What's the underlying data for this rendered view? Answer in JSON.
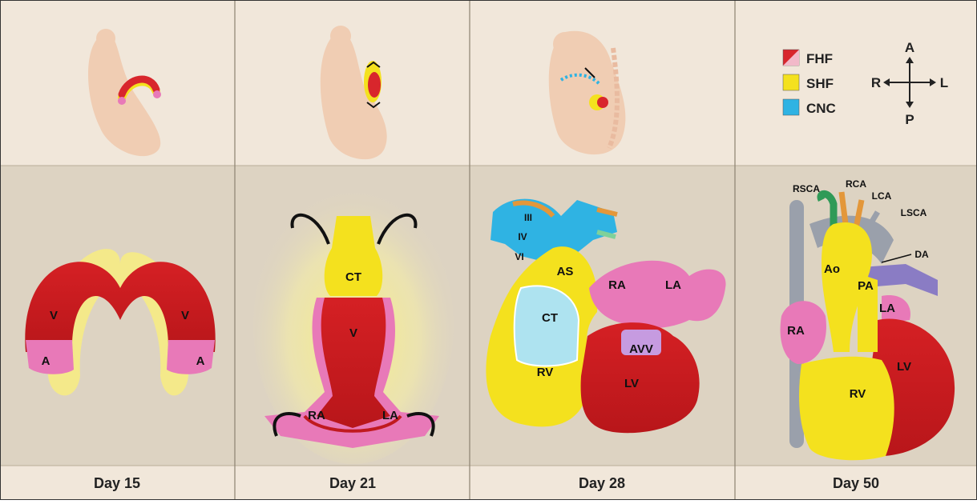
{
  "panels": [
    {
      "day": "Day 15",
      "labels": {
        "v_left": "V",
        "v_right": "V",
        "a_left": "A",
        "a_right": "A"
      }
    },
    {
      "day": "Day 21",
      "labels": {
        "ct": "CT",
        "v": "V",
        "ra": "RA",
        "la": "LA"
      }
    },
    {
      "day": "Day 28",
      "labels": {
        "iii": "III",
        "iv": "IV",
        "vi": "VI",
        "as": "AS",
        "ra": "RA",
        "la": "LA",
        "ct": "CT",
        "avv": "AVV",
        "rv": "RV",
        "lv": "LV"
      }
    },
    {
      "day": "Day 50",
      "labels": {
        "rsca": "RSCA",
        "rca": "RCA",
        "lca": "LCA",
        "lsca": "LSCA",
        "ao": "Ao",
        "da": "DA",
        "pa": "PA",
        "la": "LA",
        "ra": "RA",
        "lv": "LV",
        "rv": "RV"
      }
    }
  ],
  "legend": {
    "items": [
      {
        "label": "FHF",
        "color": "#d8262c"
      },
      {
        "label": "SHF",
        "color": "#f4e11e"
      },
      {
        "label": "CNC",
        "color": "#2fb3e3"
      }
    ]
  },
  "axes": {
    "up": "A",
    "down": "P",
    "left": "R",
    "right": "L"
  },
  "colors": {
    "fhf": "#d8262c",
    "shf": "#f4e11e",
    "cnc": "#2fb3e3",
    "atrial_pink": "#e879b8"
  }
}
